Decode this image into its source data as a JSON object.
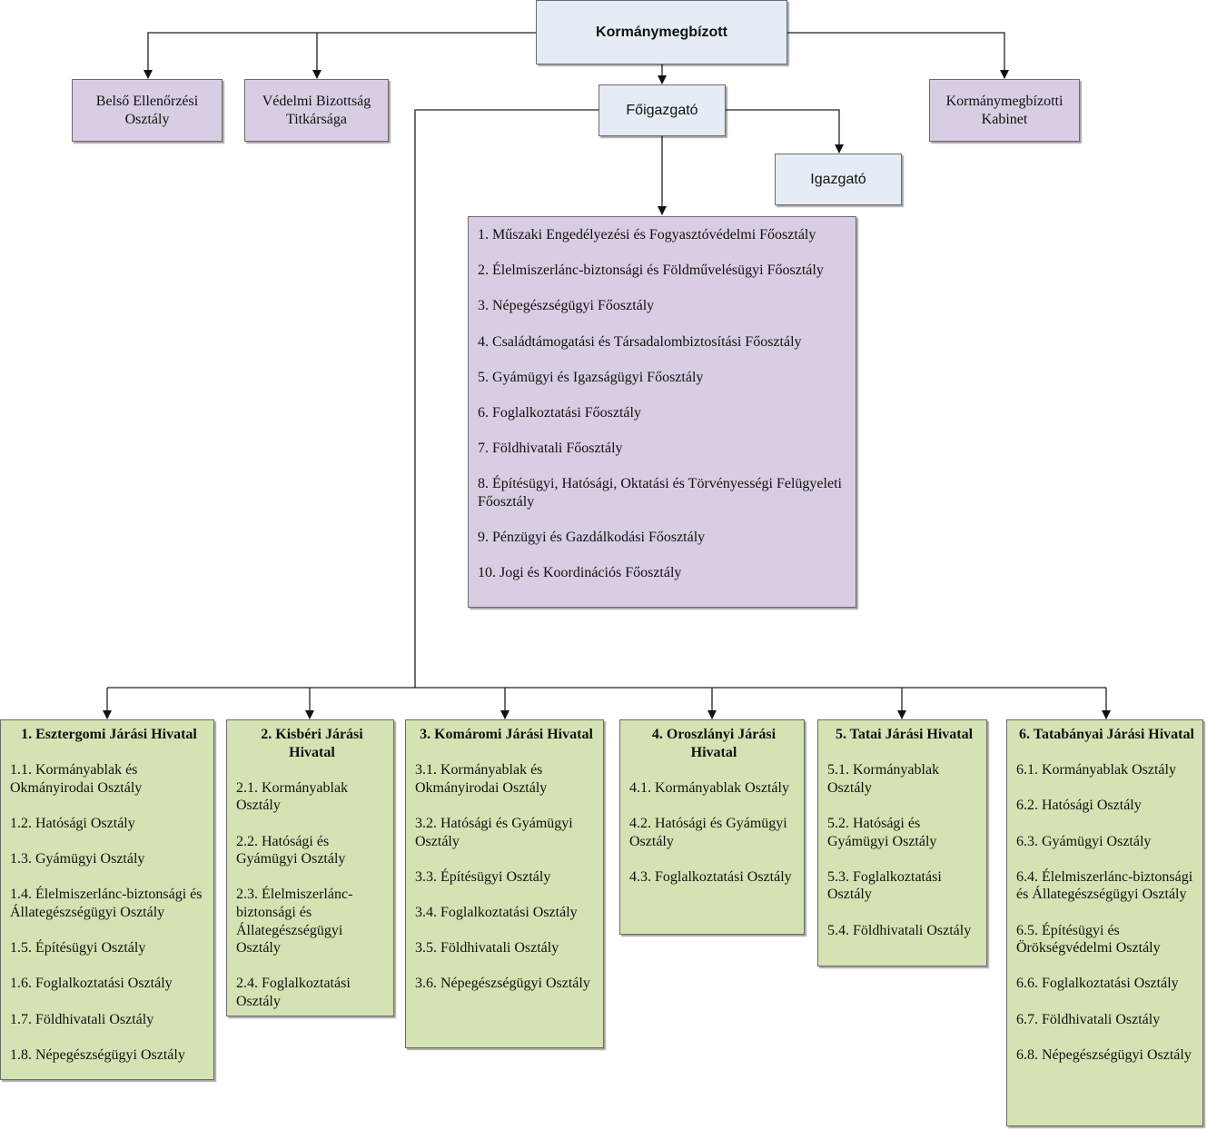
{
  "top": {
    "title": "Kormánymegbízott"
  },
  "left_units": [
    {
      "label": "Belső Ellenőrzési Osztály"
    },
    {
      "label": "Védelmi Bizottság Titkársága"
    }
  ],
  "right_unit": {
    "label": "Kormánymegbízotti Kabinet"
  },
  "foigazgato": {
    "label": "Főigazgató"
  },
  "igazgato": {
    "label": "Igazgató"
  },
  "departments": [
    "1. Műszaki Engedélyezési és Fogyasztóvédelmi Főosztály",
    "2. Élelmiszerlánc-biztonsági és Földművelésügyi Főosztály",
    "3. Népegészségügyi Főosztály",
    "4. Családtámogatási és Társadalombiztosítási Főosztály",
    "5. Gyámügyi és Igazságügyi Főosztály",
    "6. Foglalkoztatási Főosztály",
    "7. Földhivatali Főosztály",
    "8. Építésügyi, Hatósági, Oktatási és Törvényességi Felügyeleti Főosztály",
    "9. Pénzügyi és Gazdálkodási Főosztály",
    "10. Jogi és Koordinációs Főosztály"
  ],
  "offices": [
    {
      "title": "1. Esztergomi Járási Hivatal",
      "units": [
        "1.1. Kormányablak és Okmányirodai Osztály",
        "1.2. Hatósági Osztály",
        "1.3. Gyámügyi Osztály",
        "1.4. Élelmiszerlánc-biztonsági és Állategészségügyi Osztály",
        "1.5. Építésügyi Osztály",
        "1.6. Foglalkoztatási Osztály",
        "1.7. Földhivatali Osztály",
        "1.8. Népegészségügyi Osztály"
      ]
    },
    {
      "title": "2. Kisbéri Járási Hivatal",
      "units": [
        "2.1. Kormányablak Osztály",
        "2.2. Hatósági és Gyámügyi Osztály",
        "2.3. Élelmiszerlánc-biztonsági és Állategészségügyi Osztály",
        "2.4. Foglalkoztatási Osztály"
      ]
    },
    {
      "title": "3. Komáromi Járási Hivatal",
      "units": [
        "3.1. Kormányablak és Okmányirodai Osztály",
        "3.2. Hatósági és Gyámügyi Osztály",
        "3.3. Építésügyi Osztály",
        "3.4. Foglalkoztatási Osztály",
        "3.5. Földhivatali Osztály",
        "3.6. Népegészségügyi Osztály"
      ]
    },
    {
      "title": "4. Oroszlányi Járási Hivatal",
      "units": [
        "4.1. Kormányablak Osztály",
        "4.2. Hatósági és Gyámügyi Osztály",
        "4.3. Foglalkoztatási Osztály"
      ]
    },
    {
      "title": "5. Tatai Járási Hivatal",
      "units": [
        "5.1. Kormányablak Osztály",
        "5.2. Hatósági és Gyámügyi Osztály",
        "5.3. Foglalkoztatási Osztály",
        "5.4. Földhivatali Osztály"
      ]
    },
    {
      "title": "6. Tatabányai Járási Hivatal",
      "units": [
        "6.1. Kormányablak Osztály",
        "6.2. Hatósági Osztály",
        "6.3. Gyámügyi Osztály",
        "6.4. Élelmiszerlánc-biztonsági és Állategészségügyi Osztály",
        "6.5. Építésügyi és Örökségvédelmi Osztály",
        "6.6. Foglalkoztatási Osztály",
        "6.7. Földhivatali Osztály",
        "6.8. Népegészségügyi Osztály"
      ]
    }
  ]
}
